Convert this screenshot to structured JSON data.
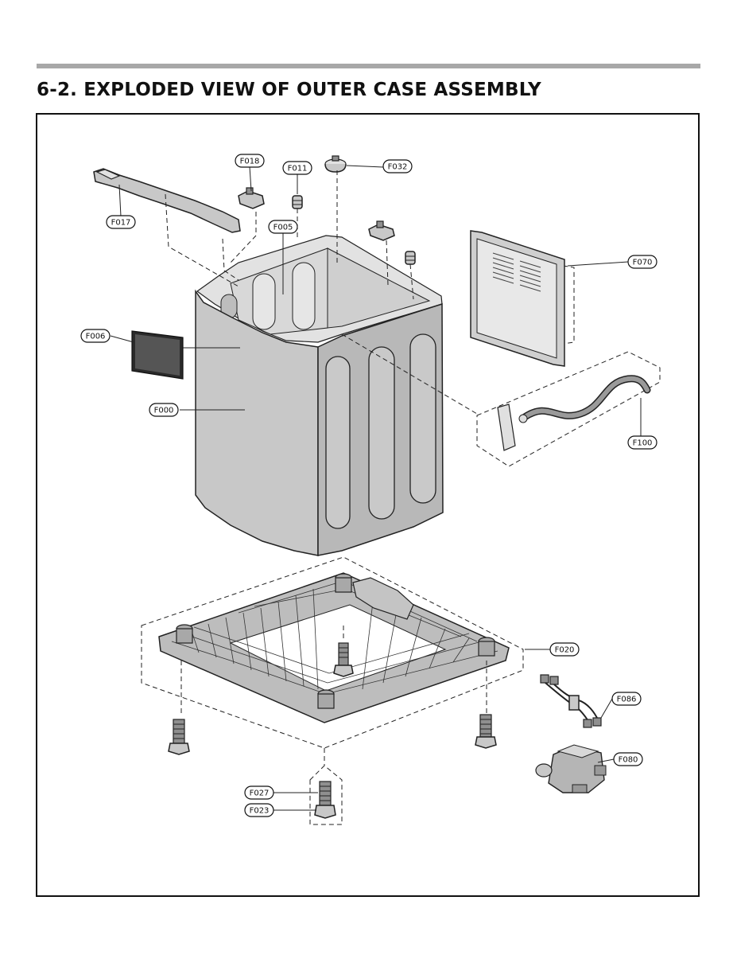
{
  "page": {
    "title": "6-2. EXPLODED VIEW OF OUTER CASE ASSEMBLY"
  },
  "diagram": {
    "callouts": [
      {
        "id": "F018",
        "label": "F018"
      },
      {
        "id": "F011",
        "label": "F011"
      },
      {
        "id": "F032",
        "label": "F032"
      },
      {
        "id": "F017",
        "label": "F017"
      },
      {
        "id": "F005",
        "label": "F005"
      },
      {
        "id": "F070",
        "label": "F070"
      },
      {
        "id": "F006",
        "label": "F006"
      },
      {
        "id": "F000",
        "label": "F000"
      },
      {
        "id": "F100",
        "label": "F100"
      },
      {
        "id": "F020",
        "label": "F020"
      },
      {
        "id": "F086",
        "label": "F086"
      },
      {
        "id": "F080",
        "label": "F080"
      },
      {
        "id": "F027",
        "label": "F027"
      },
      {
        "id": "F023",
        "label": "F023"
      }
    ]
  }
}
